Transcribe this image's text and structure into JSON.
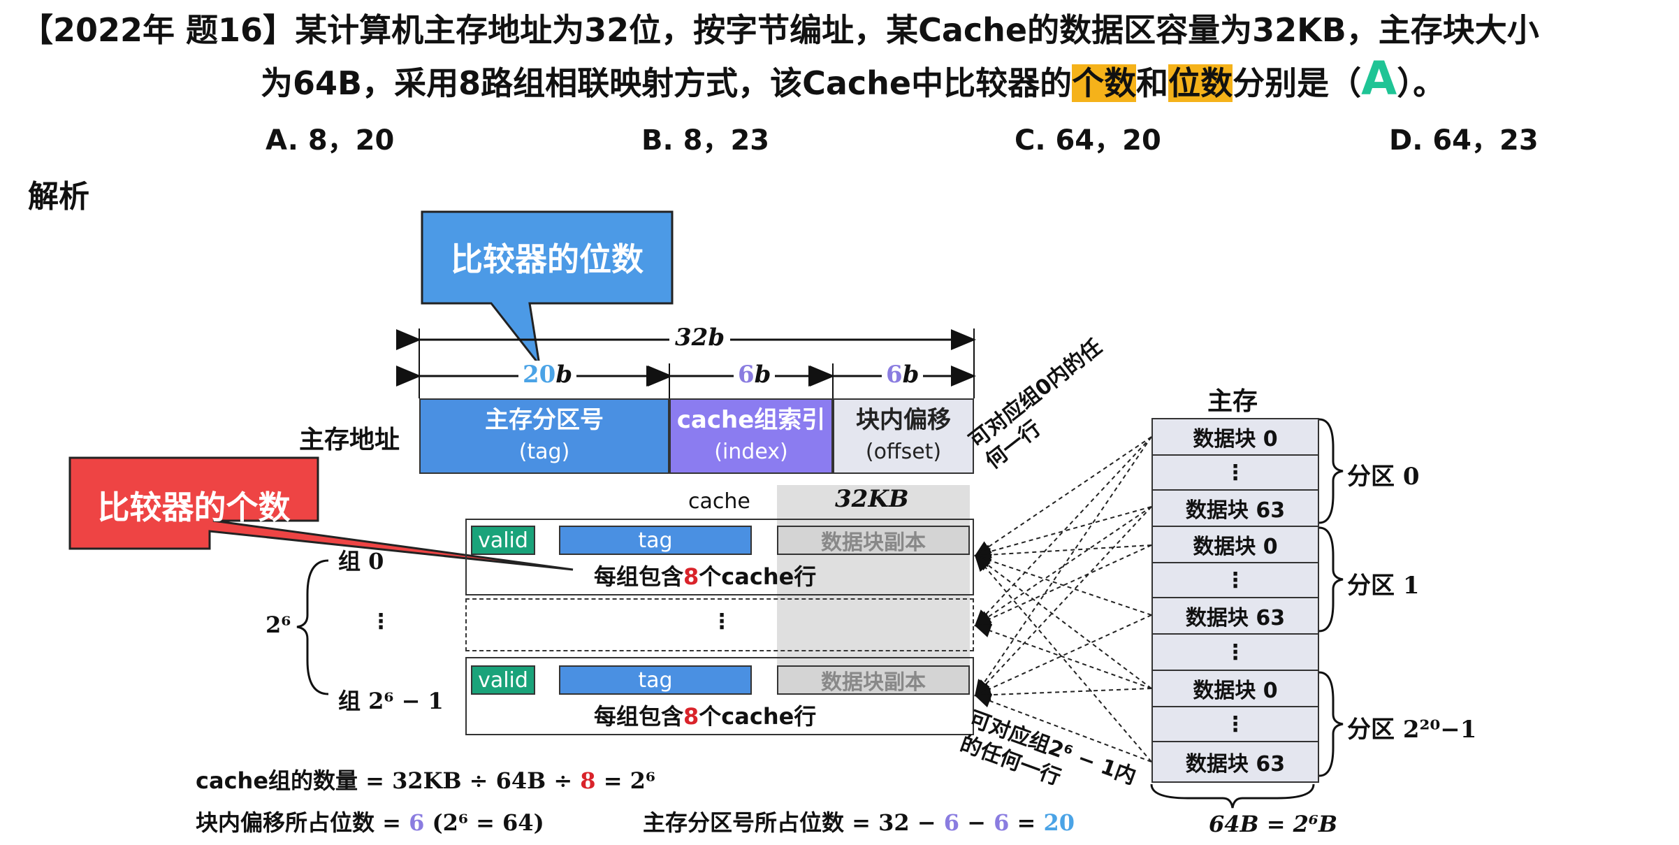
{
  "question": {
    "prefix": "【2022年 题16】",
    "line1": "某计算机主存地址为32位，按字节编址，某Cache的数据区容量为32KB，主存块大小",
    "line2_a": "为64B，采用8路组相联映射方式，该Cache中比较器的",
    "line2_hl1": "个数",
    "line2_b": "和",
    "line2_hl2": "位数",
    "line2_c": "分别是（",
    "answer": "A",
    "line2_d": "）。"
  },
  "options": [
    "A. 8，20",
    "B. 8，23",
    "C. 64，20",
    "D. 64，23"
  ],
  "analysis_label": "解析",
  "callouts": {
    "bits": "比较器的位数",
    "count": "比较器的个数"
  },
  "address": {
    "total": "32b",
    "tag_bits_num": "20",
    "tag_bits_unit": "b",
    "index_bits_num": "6",
    "index_bits_unit": "b",
    "offset_bits_num": "6",
    "offset_bits_unit": "b",
    "row_label": "主存地址",
    "tag_title": "主存分区号",
    "tag_sub": "(tag)",
    "index_title": "cache组索引",
    "index_sub": "(index)",
    "offset_title": "块内偏移",
    "offset_sub": "(offset)"
  },
  "cache": {
    "label": "cache",
    "capacity": "32KB",
    "valid": "valid",
    "tag": "tag",
    "data_copy": "数据块副本",
    "group_text_a": "每组包含",
    "group_text_num": "8",
    "group_text_b": "个cache行",
    "ellipsis": "⋮",
    "group0": "组 0",
    "group_last": "组 2⁶ − 1",
    "group_count": "2⁶"
  },
  "memory": {
    "title": "主存",
    "block0": "数据块 0",
    "block63": "数据块 63",
    "vdots": "⋮",
    "partition0": "分区 0",
    "partition1": "分区 1",
    "partition_last": "分区 2²⁰−1",
    "block_size": "64B = 2⁶B"
  },
  "annotations": {
    "map_top": "可对应组0内的任何一行",
    "map_bottom": "可对应组2⁶ − 1内的任何一行"
  },
  "formulas": {
    "groups_label": "cache组的数量",
    "groups_expr_a": "= 32KB ÷ 64B ÷",
    "groups_expr_num": "8",
    "groups_expr_b": "= 2⁶",
    "offset_label": "块内偏移所占位数",
    "offset_expr_a": "=",
    "offset_expr_num": "6",
    "offset_expr_b": "(2⁶ = 64)",
    "tag_label": "主存分区号所占位数",
    "tag_expr_a": "= 32 −",
    "tag_expr_n1": "6",
    "tag_expr_mid": "−",
    "tag_expr_n2": "6",
    "tag_expr_eq": "=",
    "tag_expr_res": "20"
  },
  "colors": {
    "tag_blue": "#4a90e2",
    "index_purple": "#8b7cf0",
    "offset_gray": "#e4e6ef",
    "valid_green": "#1aa37a",
    "answer_green": "#1fc495",
    "highlight": "#f5b21a",
    "callout_red": "#ee4444"
  }
}
